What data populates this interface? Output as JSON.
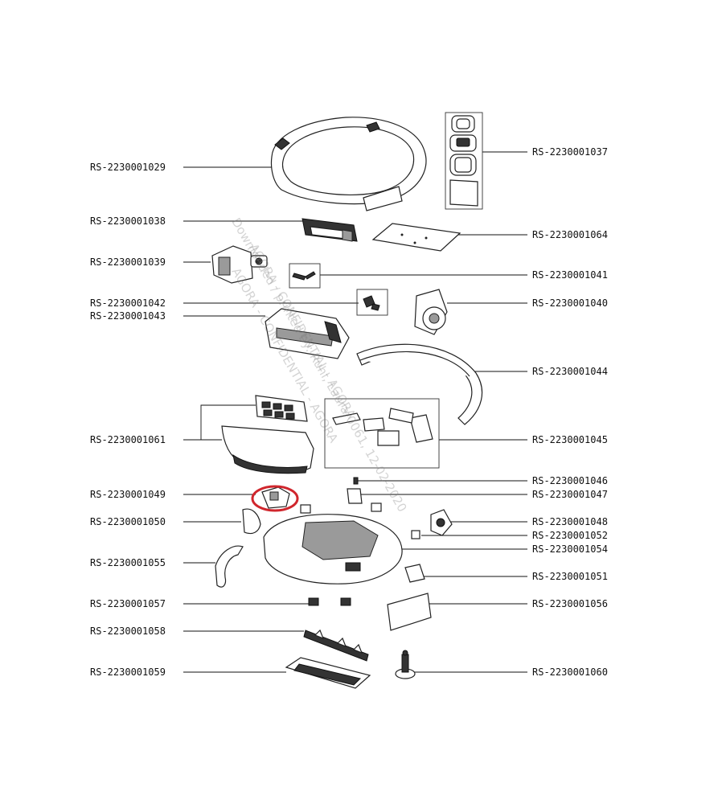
{
  "labels_left": [
    "RS-2230001029",
    "RS-2230001038",
    "RS-2230001039",
    "RS-2230001042",
    "RS-2230001043",
    "RS-2230001061",
    "RS-2230001049",
    "RS-2230001050",
    "RS-2230001055",
    "RS-2230001057",
    "RS-2230001058",
    "RS-2230001059"
  ],
  "labels_right": [
    "RS-2230001037",
    "RS-2230001064",
    "RS-2230001041",
    "RS-2230001040",
    "RS-2230001044",
    "RS-2230001045",
    "RS-2230001046",
    "RS-2230001047",
    "RS-2230001048",
    "RS-2230001052",
    "RS-2230001054",
    "RS-2230001051",
    "RS-2230001056",
    "RS-2230001060"
  ],
  "watermark": [
    "Downloaded / printed by: Ruhl, Laura-0061, 12-02-2020",
    "AGORA - CONFIDENTIAL - AGORA",
    "AGORA - CONFIDENTIAL - AGORA"
  ],
  "highlight": {
    "part": "RS-2230001049",
    "color": "#d0262d"
  },
  "colors": {
    "line": "#111111",
    "part_fill": "#ffffff"
  }
}
